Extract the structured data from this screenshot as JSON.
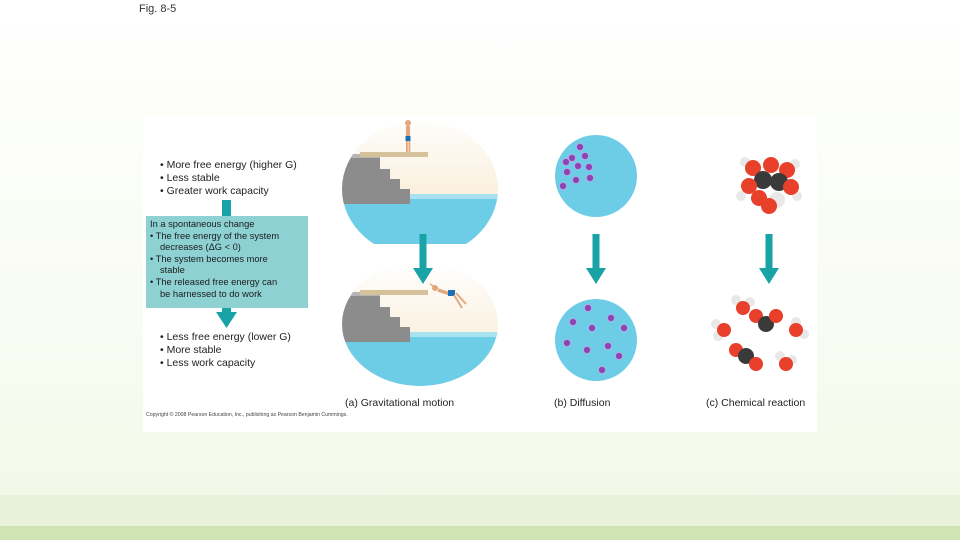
{
  "slide": {
    "fig_label": "Fig. 8-5"
  },
  "top_text": [
    "• More free energy (higher G)",
    "• Less stable",
    "• Greater work capacity"
  ],
  "spontaneous_box": [
    "In a spontaneous change",
    "• The free energy of the system",
    "decreases (ΔG < 0)",
    "• The system becomes more",
    "stable",
    "• The released free energy can",
    "be harnessed to do work"
  ],
  "bottom_text": [
    "• Less free energy (lower G)",
    "• More stable",
    "• Less work capacity"
  ],
  "captions": {
    "a": "(a) Gravitational motion",
    "b": "(b) Diffusion",
    "c": "(c) Chemical reaction"
  },
  "copyright": "Copyright © 2008 Pearson Education, Inc., publishing as Pearson Benjamin Cummings.",
  "colors": {
    "arrow": "#1aa3a6",
    "water": "#6dcde6",
    "molecule": "#8a44b3",
    "oxygen": "#e8402b",
    "carbon": "#3a3a3a",
    "hydrogen": "#e8e8e8"
  }
}
